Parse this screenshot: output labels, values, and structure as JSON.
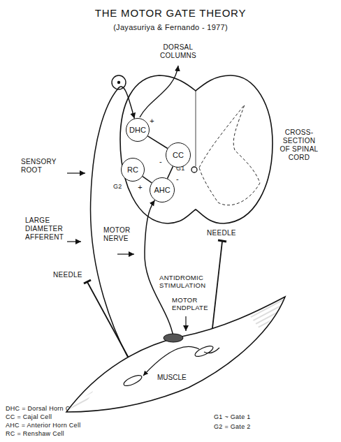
{
  "diagram": {
    "title": "THE MOTOR GATE THEORY",
    "nodes": [
      {
        "text": [
          "DHC"
        ]
      },
      {
        "text": [
          "CC"
        ]
      },
      {
        "text": [
          "RC"
        ]
      },
      {
        "text": [
          "AHC"
        ]
      },
      {
        "text": [
          "MUSCLE"
        ]
      }
    ],
    "edges": [
      {
        "from": 0,
        "to": 1,
        "arrow": "none"
      },
      {
        "from": 1,
        "to": 3,
        "arrow": "none"
      },
      {
        "from": 2,
        "to": 3,
        "arrow": "none"
      },
      {
        "from": 4,
        "to": 0,
        "arrow": "to"
      },
      {
        "from": 4,
        "to": 3,
        "arrow": "to"
      }
    ],
    "labels": [
      "(Jayasuriya & Fernando - 1977)",
      "DORSAL COLUMNS",
      "CROSS- SECTION OF SPINAL CORD",
      "SENSORY ROOT",
      "LARGE DIAMETER AFFERENT",
      "MOTOR NERVE",
      "NEEDLE",
      "NEEDLE",
      "ANTIDROMIC STIMULATION",
      "MOTOR ENDPLATE",
      "+",
      "-",
      "G1",
      "-",
      "G2",
      "+",
      "DHC = Dorsal Horn Cell",
      "CC = Cajal Cell",
      "AHC = Anterior Horn Cell",
      "RC = Renshaw Cell",
      "G1 ~ Gate 1",
      "G2 = Gate 2"
    ]
  }
}
